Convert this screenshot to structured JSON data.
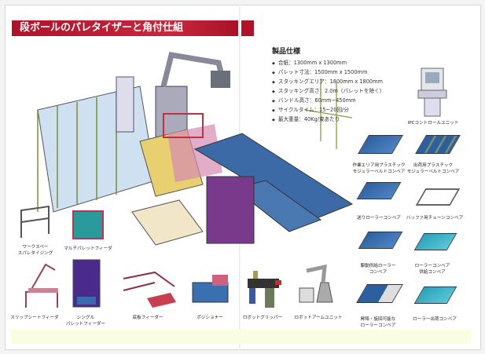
{
  "header": {
    "title": "段ボールのパレタイザーと角付仕組"
  },
  "specs": {
    "title": "製品仕様",
    "bullet": "◆",
    "items": [
      "合紙：1300mm x 1300mm",
      "パレット寸法：1500mm x 1500mm",
      "スタッキングエリア：1800mm x 1800mm",
      "スタッキング高さ：2.0m（パレットを除く）",
      "バンドル高さ：60mm~450mm",
      "サイクルタイム：15~20回/分",
      "最大重量：40Kg/束あたり"
    ]
  },
  "components": {
    "ipc": "IPCコントロールユニット",
    "work_belt": [
      "作業エリア用プラスチック",
      "モジュラーベルトコンベア"
    ],
    "out_belt": [
      "出荷用プラスチック",
      "モジュラーベルトコンベア"
    ],
    "roller_send": "送りローラーコンベア",
    "buffer_chain": "バッファ用チェーンコンベア",
    "drive_roller": [
      "駆動供給ローラー",
      "コンベア"
    ],
    "roller_supply": [
      "ローラーコンベア",
      "供給コンベア"
    ],
    "lift_roller": [
      "昇降・旋回可能な",
      "ローラーコンベア"
    ],
    "roller_out": "ローラー出荷コンベア",
    "workspace": [
      "ワークスペー",
      "スパレタイジング"
    ],
    "multi_pallet": "マルチパレットフィーダ",
    "slip_sheet": "スリップシートフィーダ",
    "single_pallet": [
      "シングル",
      "パレットフィーダー"
    ],
    "bottom_board": "底板フィーダー",
    "positioner": "ポジショナー",
    "gripper": "ロボットグリッパー",
    "arm_unit": "ロボットアームユニット"
  }
}
